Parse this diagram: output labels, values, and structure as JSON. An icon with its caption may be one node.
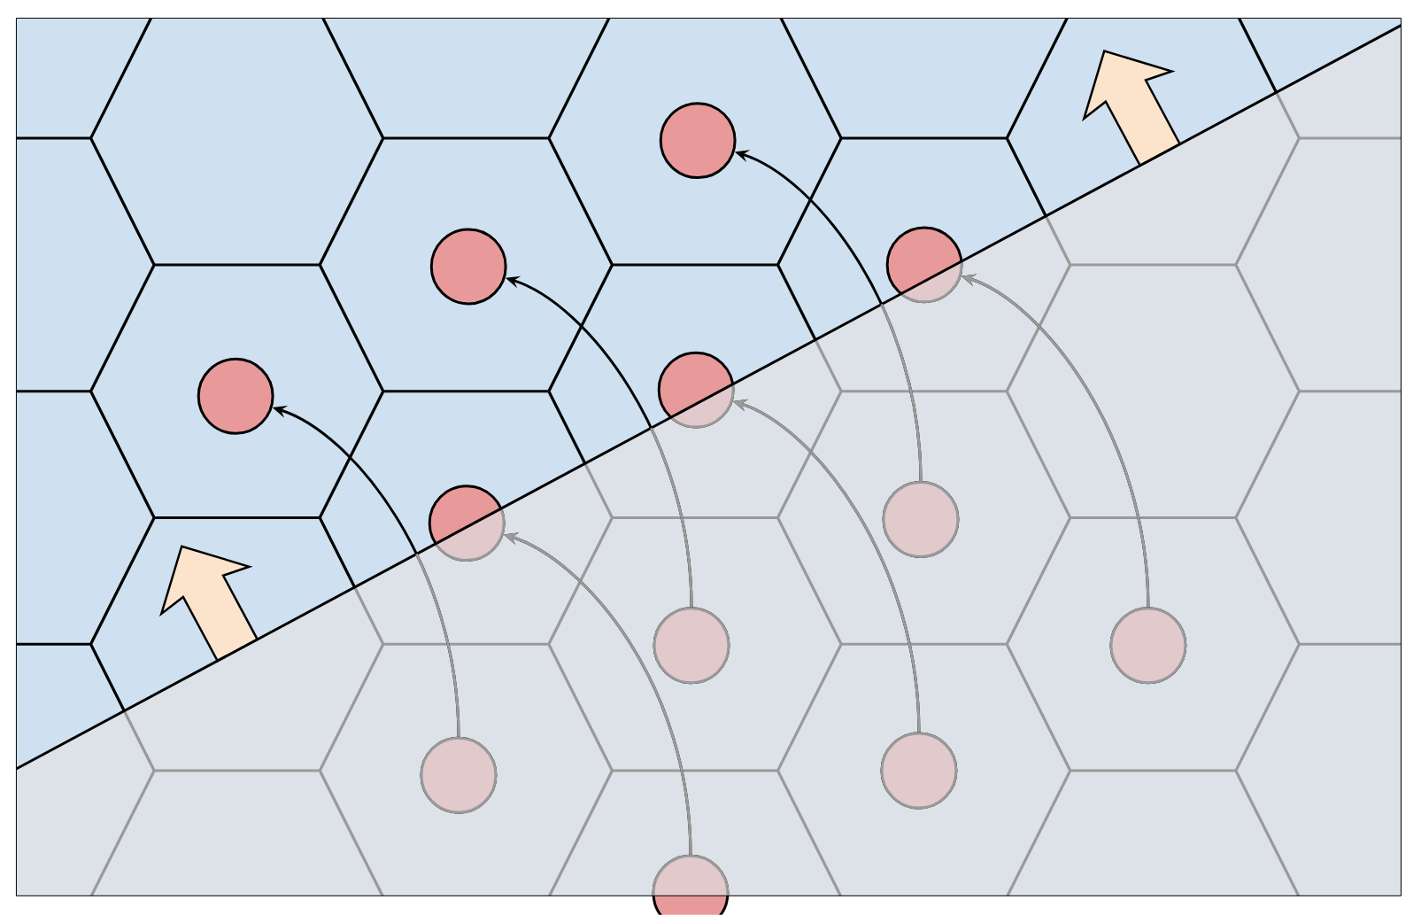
{
  "diagram": {
    "nodes": [
      {
        "text": [],
        "shape": "circle"
      },
      {
        "text": [],
        "shape": "circle"
      },
      {
        "text": [],
        "shape": "circle"
      },
      {
        "text": [],
        "shape": "circle"
      },
      {
        "text": [],
        "shape": "circle"
      },
      {
        "text": [],
        "shape": "circle"
      },
      {
        "text": [],
        "shape": "circle"
      },
      {
        "text": [],
        "shape": "circle"
      },
      {
        "text": [],
        "shape": "circle"
      },
      {
        "text": [],
        "shape": "circle"
      },
      {
        "text": [],
        "shape": "circle"
      },
      {
        "text": [],
        "shape": "circle"
      }
    ],
    "edges": [
      {
        "from": 10,
        "to": 3,
        "arrow": "to"
      },
      {
        "from": 7,
        "to": 2,
        "arrow": "to"
      },
      {
        "from": 5,
        "to": 0,
        "arrow": "to"
      },
      {
        "from": 11,
        "to": 6,
        "arrow": "to"
      },
      {
        "from": 9,
        "to": 4,
        "arrow": "to"
      },
      {
        "from": 8,
        "to": 1,
        "arrow": "to"
      }
    ]
  }
}
